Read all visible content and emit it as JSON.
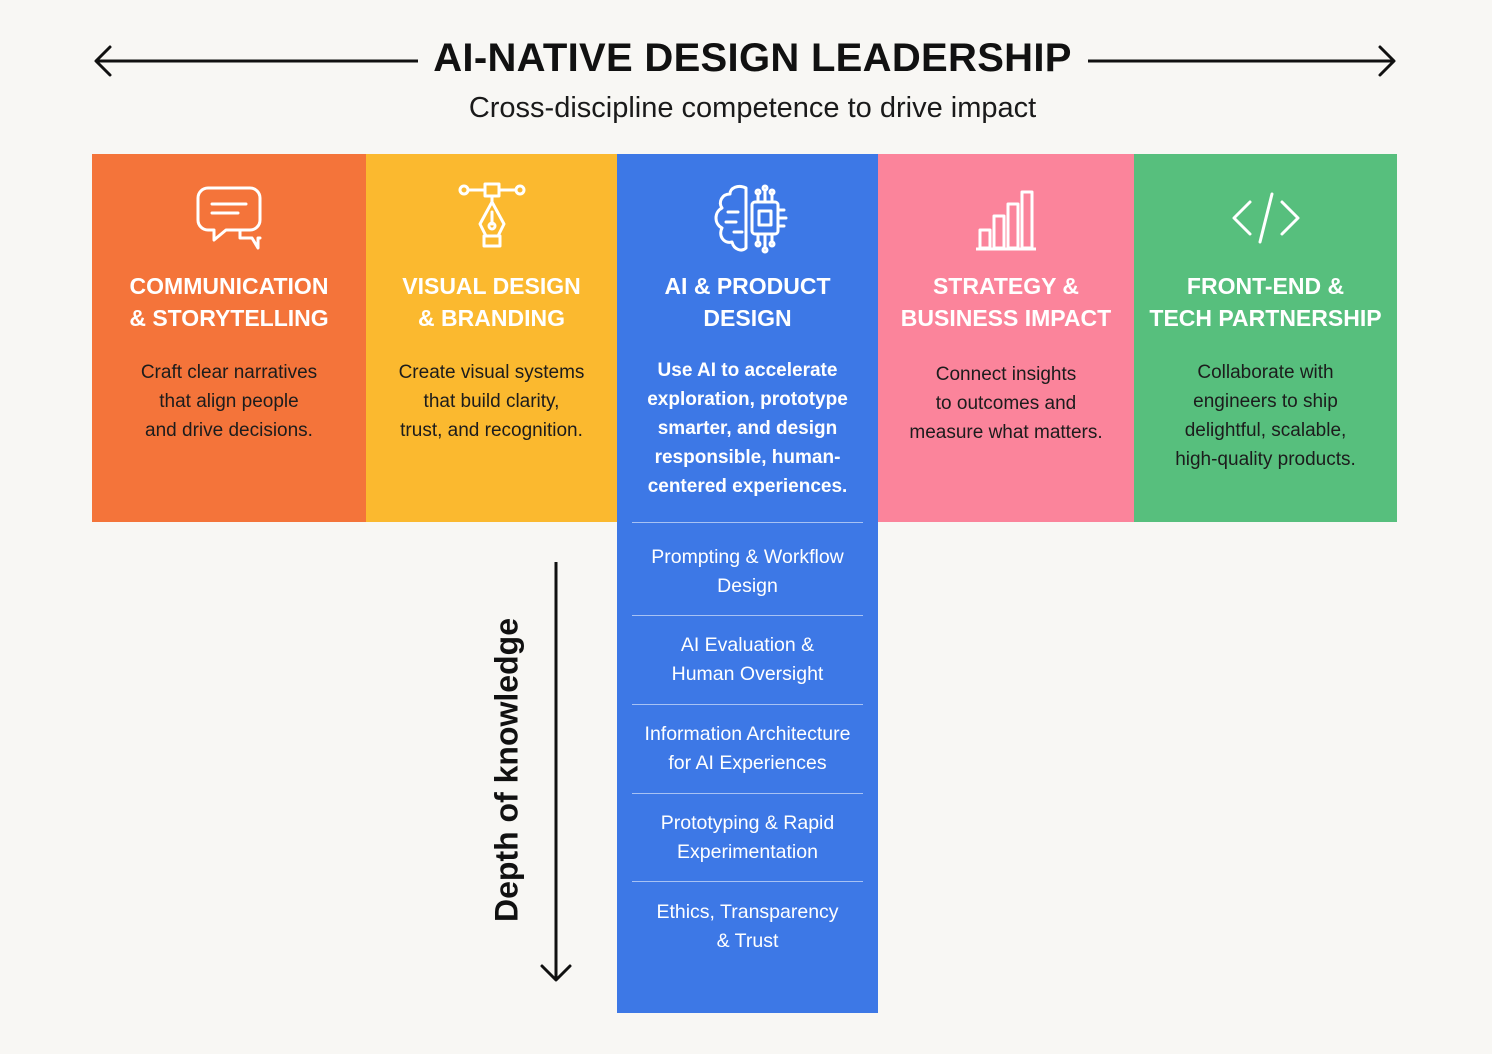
{
  "header": {
    "title": "AI-NATIVE DESIGN LEADERSHIP",
    "subtitle": "Cross-discipline competence to drive impact"
  },
  "columns": [
    {
      "icon": "chat-bubble-icon",
      "title": "COMMUNICATION\n& STORYTELLING",
      "description": "Craft clear narratives\nthat align people\nand drive decisions.",
      "color": "#f4743a"
    },
    {
      "icon": "pen-tool-icon",
      "title": "VISUAL DESIGN\n& BRANDING",
      "description": "Create visual systems\nthat build clarity,\ntrust, and recognition.",
      "color": "#fbb92f"
    },
    {
      "icon": "ai-brain-chip-icon",
      "title": "AI & PRODUCT\nDESIGN",
      "description": "Use AI to accelerate\nexploration, prototype\nsmarter, and design\nresponsible, human-\ncentered experiences.",
      "color": "#3d78e6",
      "depth_items": [
        "Prompting & Workflow\nDesign",
        "AI Evaluation &\nHuman Oversight",
        "Information Architecture\nfor AI Experiences",
        "Prototyping & Rapid\nExperimentation",
        "Ethics, Transparency\n& Trust"
      ]
    },
    {
      "icon": "bar-chart-icon",
      "title": "STRATEGY &\nBUSINESS IMPACT",
      "description": "Connect insights\nto outcomes and\nmeasure what matters.",
      "color": "#fb849b"
    },
    {
      "icon": "code-icon",
      "title": "FRONT-END &\nTECH PARTNERSHIP",
      "description": "Collaborate with\nengineers to ship\ndelightful, scalable,\nhigh-quality products.",
      "color": "#57bf7d"
    }
  ],
  "depth_axis": {
    "label": "Depth of knowledge"
  }
}
